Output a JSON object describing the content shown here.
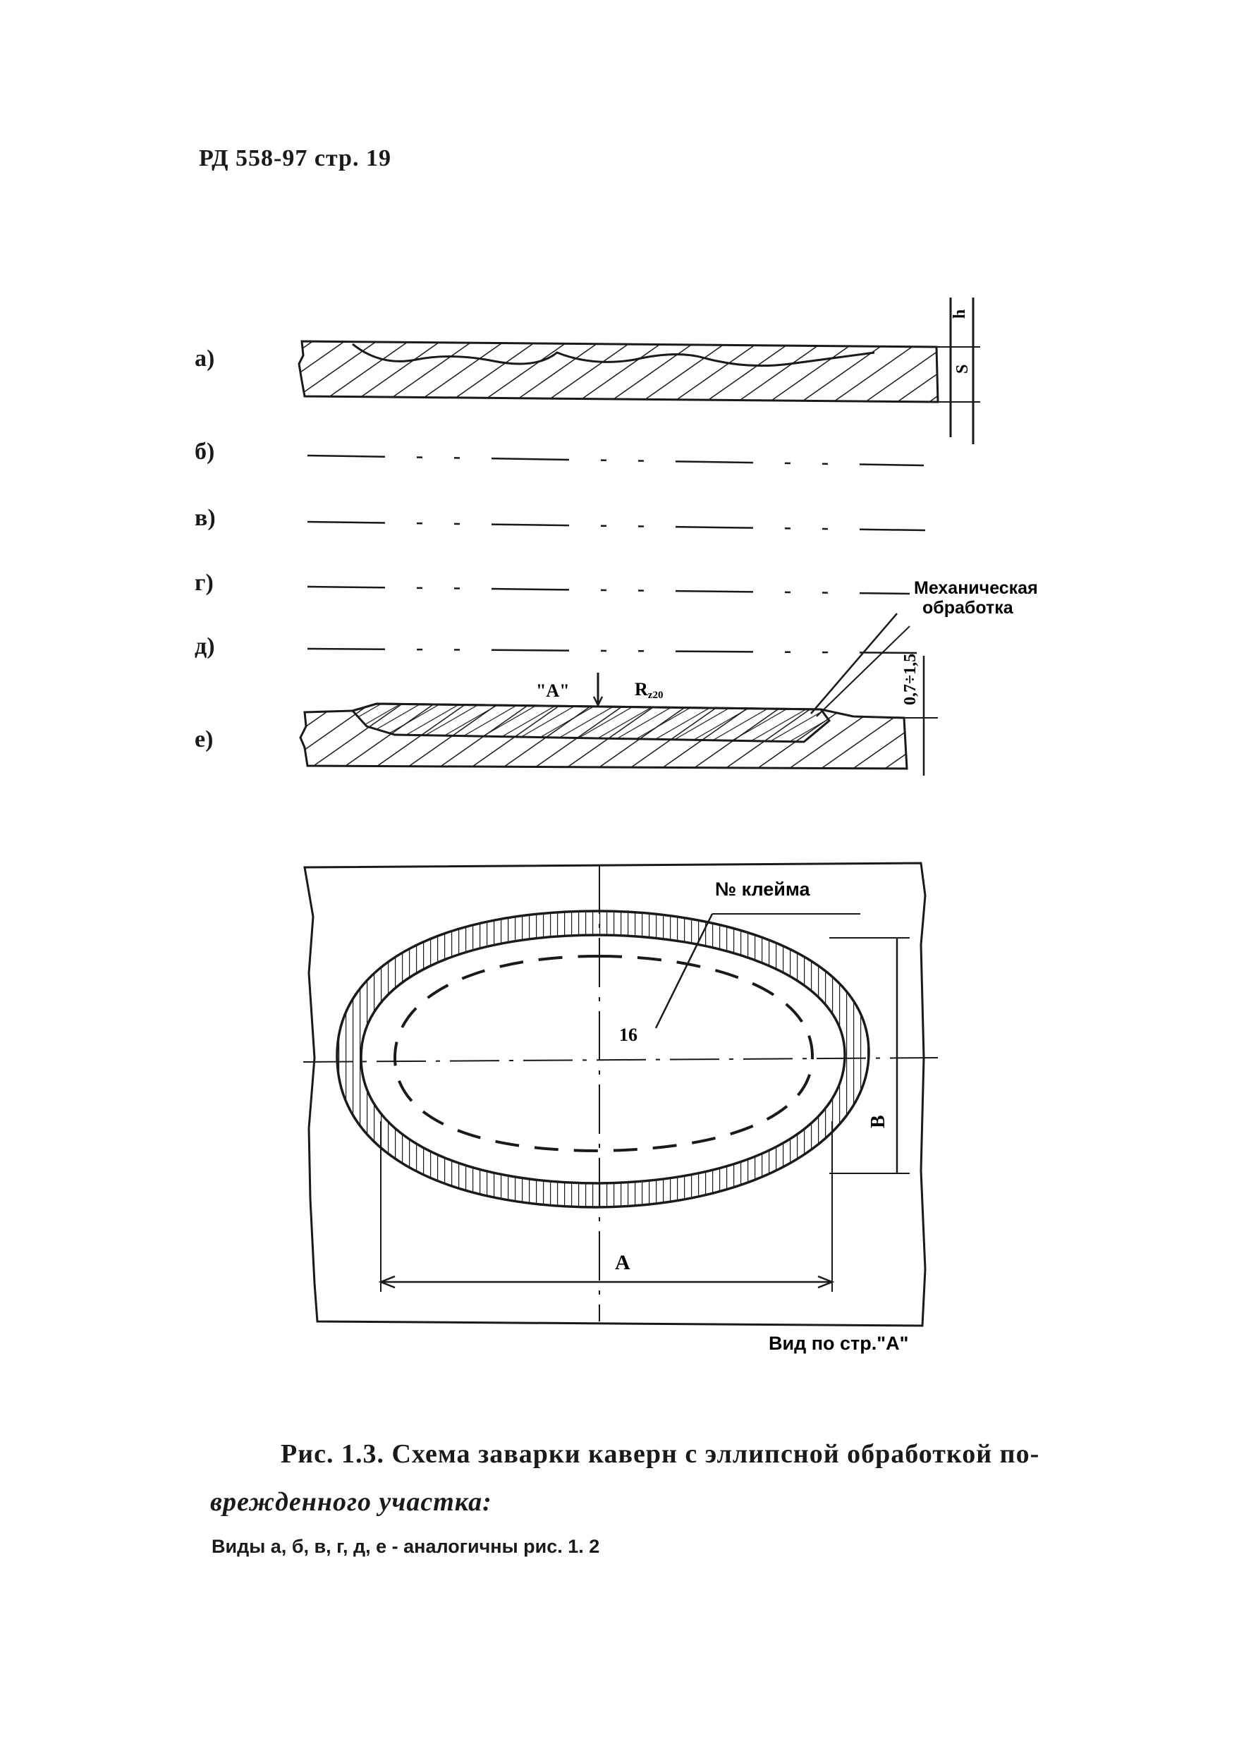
{
  "header": "РД 558-97 стр. 19",
  "views": {
    "a": "а)",
    "b": "б)",
    "v": "в)",
    "g": "г)",
    "d": "д)",
    "e": "е)"
  },
  "dimensions": {
    "h": "h",
    "s": "S",
    "thickness": "0,7÷1,5",
    "roughness": "R",
    "roughness_sub": "z20",
    "view_arrow": "\"А\"",
    "length_a": "А",
    "width_b": "В",
    "marker": "16"
  },
  "labels": {
    "machining_line1": "Механическая",
    "machining_line2": "обработка",
    "stamp": "№ клейма",
    "view_caption": "Вид по стр.\"А\""
  },
  "caption": {
    "line1": "Рис. 1.3. Схема заварки каверн с эллипсной обработкой по-",
    "line2": "врежденного участка:",
    "note": "Виды а, б, в, г, д, е - аналогичны рис. 1. 2"
  }
}
